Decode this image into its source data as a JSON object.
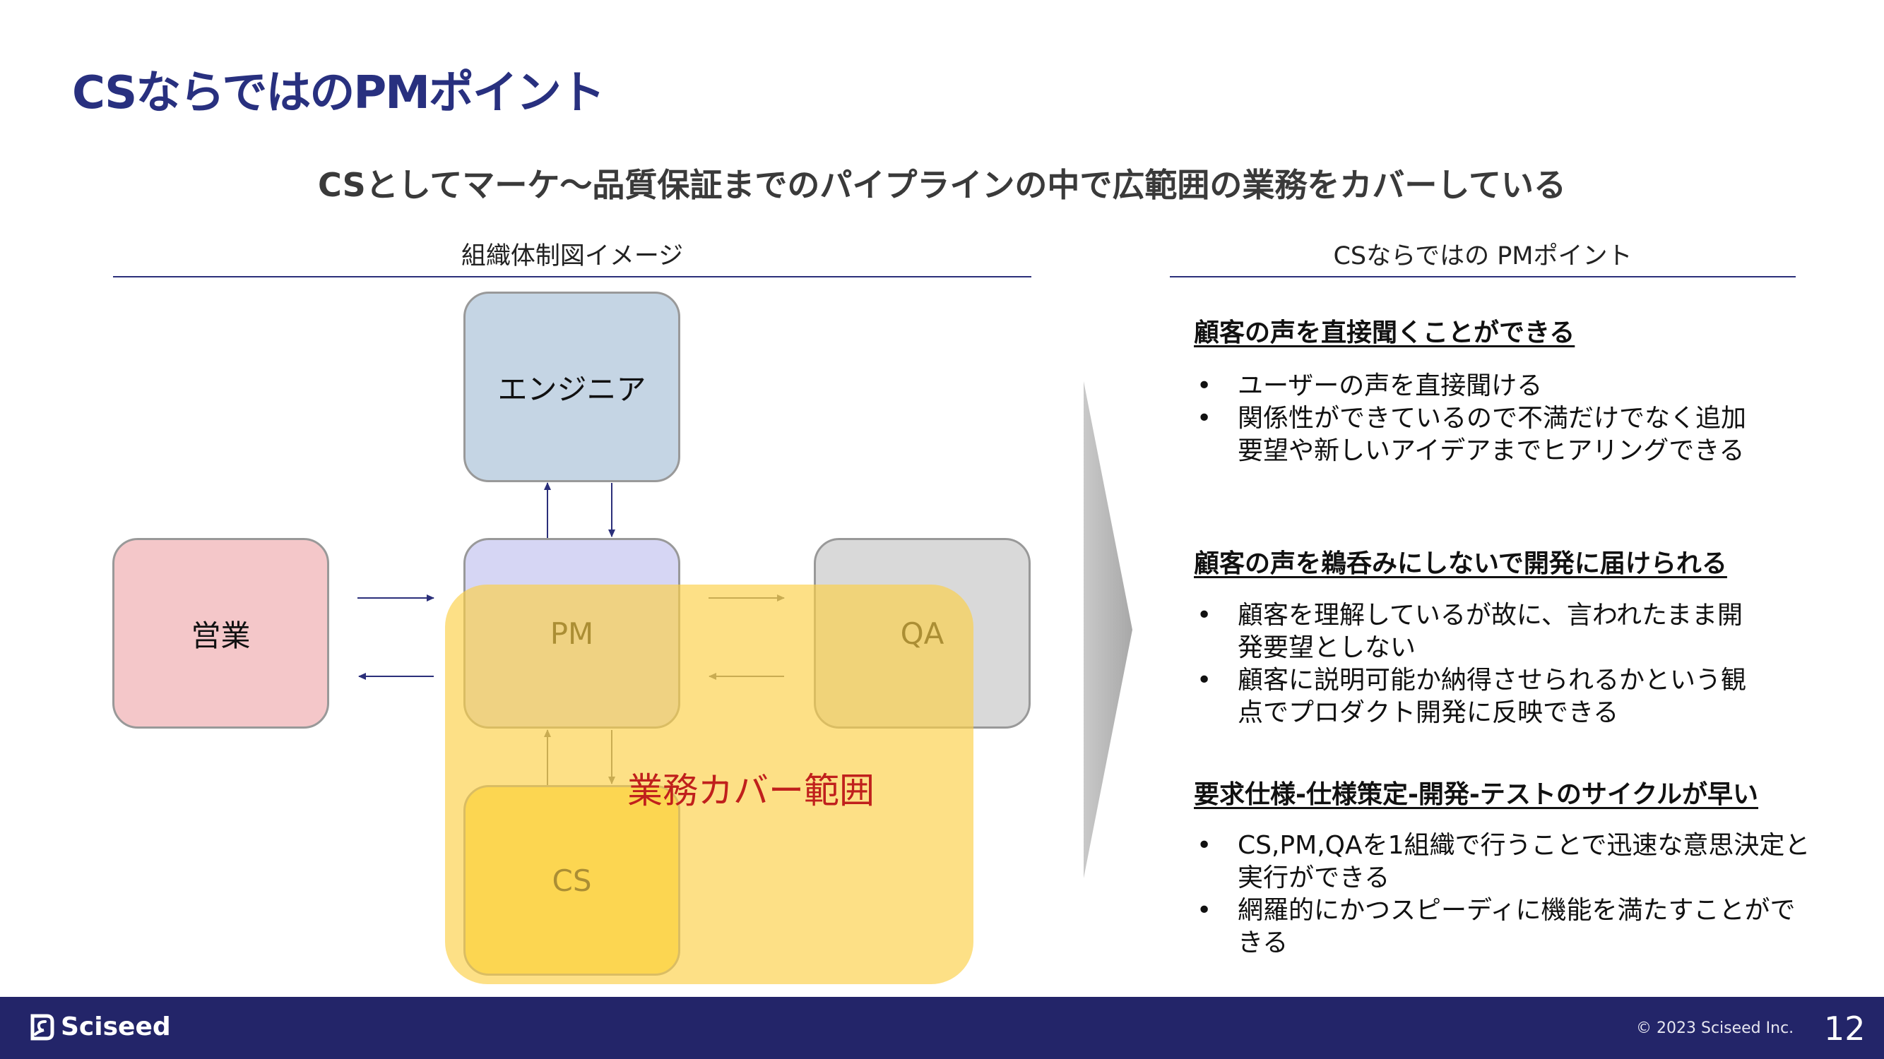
{
  "slide_title": "CSならではのPMポイント",
  "subtitle": "CSとしてマーケ～品質保証までのパイプラインの中で広範囲の業務をカバーしている",
  "left_section": {
    "heading": "組織体制図イメージ",
    "boxes": {
      "engineer": "エンジニア",
      "pm": "PM",
      "qa": "QA",
      "sales": "営業",
      "cs": "CS"
    },
    "coverage_label": "業務カバー範囲"
  },
  "right_section": {
    "heading": "CSならではの PMポイント",
    "points": [
      {
        "title": "顧客の声を直接聞くことができる",
        "bullets": [
          "ユーザーの声を直接聞ける",
          "関係性ができているので不満だけでなく追加要望や新しいアイデアまでヒアリングできる"
        ]
      },
      {
        "title": "顧客の声を鵜呑みにしないで開発に届けられる",
        "bullets": [
          "顧客を理解しているが故に、言われたまま開発要望としない",
          "顧客に説明可能か納得させられるかという観点でプロダクト開発に反映できる"
        ]
      },
      {
        "title": "要求仕様-仕様策定-開発-テストのサイクルが早い",
        "bullets": [
          "CS,PM,QAを1組織で行うことで迅速な意思決定と実行ができる",
          "網羅的にかつスピーディに機能を満たすことができる"
        ]
      }
    ]
  },
  "footer": {
    "logo_text": "Sciseed",
    "copyright": "© 2023 Sciseed Inc.",
    "page_number": "12"
  },
  "colors": {
    "accent": "#28307f",
    "footer_bg": "#232569",
    "coverage": "#fcd048",
    "coverage_label": "#c0201c"
  }
}
